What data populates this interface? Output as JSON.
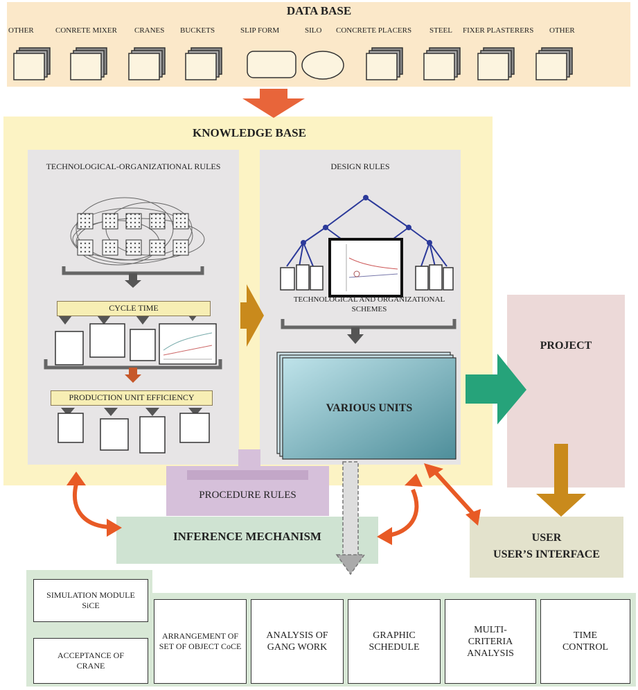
{
  "database": {
    "title": "DATA BASE",
    "labels": [
      "OTHER",
      "CONRETE MIXER",
      "CRANES",
      "BUCKETS",
      "SLIP FORM",
      "SILO",
      "CONCRETE PLACERS",
      "STEEL",
      "FIXER PLASTERERS",
      "OTHER"
    ]
  },
  "knowledge_base": {
    "title": "KNOWLEDGE BASE",
    "tech_org_rules": "TECHNOLOGICAL-ORGANIZATIONAL RULES",
    "cycle_time": "CYCLE TIME",
    "production_unit_efficiency": "PRODUCTION UNIT EFFICIENCY",
    "design_rules": "DESIGN RULES",
    "schemes": "TECHNOLOGICAL AND ORGANIZATIONAL SCHEMES",
    "various_units": "VARIOUS UNITS"
  },
  "procedure_rules": "PROCEDURE RULES",
  "inference_mechanism": "INFERENCE MECHANISM",
  "project": "PROJECT",
  "user": {
    "title": "USER",
    "interface": "USER’S INTERFACE"
  },
  "modules": {
    "simulation": "SIMULATION MODULE SiCE",
    "acceptance": "ACCEPTANCE OF CRANE",
    "arrangement": "ARRANGEMENT OF SET OF OBJECT CoCE",
    "analysis_gang": "ANALYSIS OF GANG WORK",
    "graphic_schedule": "GRAPHIC SCHEDULE",
    "multi_criteria": "MULTI-CRITERIA ANALYSIS",
    "time_control": "TIME CONTROL"
  },
  "colors": {
    "database_bg": "#fbe8c9",
    "knowledge_bg": "#fcf3c4",
    "orange_arrow": "#e85a25",
    "gold_arrow": "#c98a1c",
    "green_arrow": "#26a37a",
    "project_bg": "#ecd9d8",
    "inference_bg": "#cfe3d2",
    "procedure_bg": "#d6c0da"
  }
}
